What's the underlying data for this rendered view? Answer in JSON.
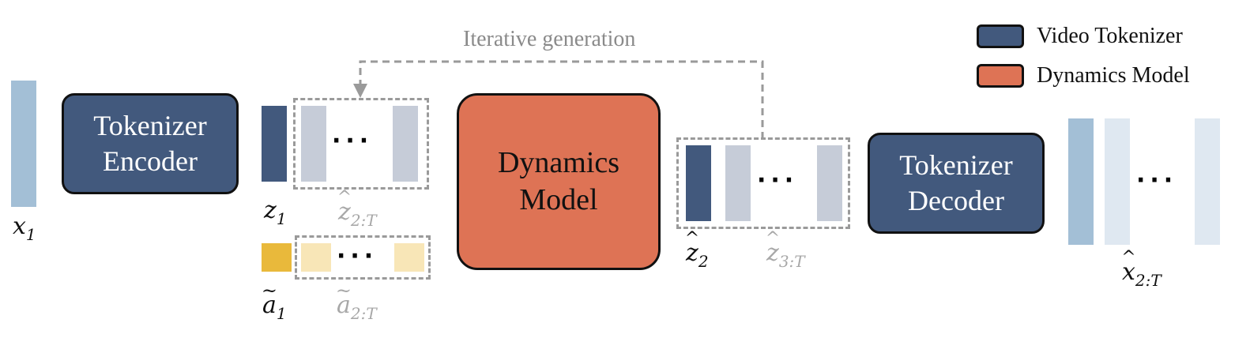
{
  "colors": {
    "video_tokenizer": "#42597d",
    "dynamics_model": "#de7355",
    "frame_dark": "#a3bfd6",
    "frame_light": "#dfe8f1",
    "token_dark": "#42597d",
    "token_light": "#c6ccd8",
    "action_dark": "#e9b93b",
    "action_light": "#f8e6b7",
    "dash": "#9a9a9a"
  },
  "title": "Iterative generation",
  "legend": {
    "items": [
      {
        "label": "Video Tokenizer",
        "color": "#42597d"
      },
      {
        "label": "Dynamics Model",
        "color": "#de7355"
      }
    ]
  },
  "blocks": {
    "encoder": {
      "line1": "Tokenizer",
      "line2": "Encoder"
    },
    "dynamics": {
      "line1": "Dynamics",
      "line2": "Model"
    },
    "decoder": {
      "line1": "Tokenizer",
      "line2": "Decoder"
    }
  },
  "labels": {
    "x1": {
      "base": "x",
      "sub": "1"
    },
    "z1": {
      "base": "z",
      "sub": "1"
    },
    "zhat_2T": {
      "base": "z",
      "sub": "2:T"
    },
    "a1": {
      "base": "a",
      "sub": "1"
    },
    "atilde_2T": {
      "base": "a",
      "sub": "2:T"
    },
    "zhat2": {
      "base": "z",
      "sub": "2"
    },
    "zhat_3T": {
      "base": "z",
      "sub": "3:T"
    },
    "xhat_2T": {
      "base": "x",
      "sub": "2:T"
    }
  },
  "ellipsis": "···"
}
